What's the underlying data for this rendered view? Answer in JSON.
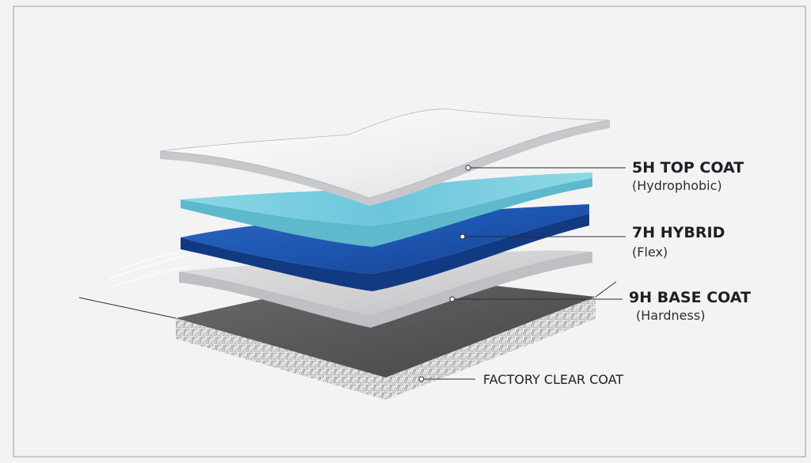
{
  "layers": [
    {
      "id": "top",
      "title": "5H TOP COAT",
      "subtitle": "(Hydrophobic)"
    },
    {
      "id": "hybrid",
      "title": "7H HYBRID",
      "subtitle": "(Flex)"
    },
    {
      "id": "base",
      "title": "9H BASE COAT",
      "subtitle": "(Hardness)"
    },
    {
      "id": "factory",
      "title": "FACTORY CLEAR COAT"
    }
  ],
  "colors": {
    "background": "#f3f3f4",
    "top_coat": "#f1f1f2",
    "hybrid": "#7fd0df",
    "flex": "#1e5db8",
    "base_coat": "#d5d5d7",
    "factory": "#5a5b5d"
  }
}
